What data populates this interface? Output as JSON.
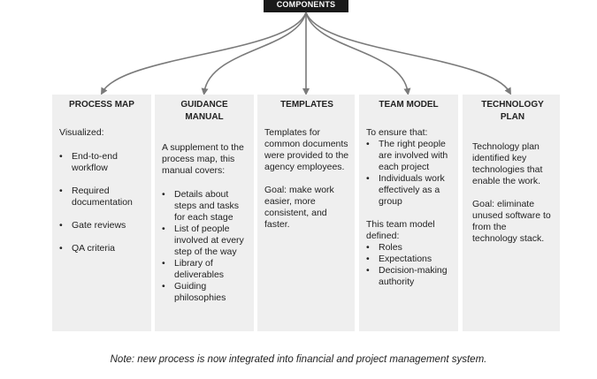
{
  "header": {
    "title": "COMPONENTS"
  },
  "columns": [
    {
      "title": "PROCESS MAP",
      "intro": "Visualized:",
      "bullets": [
        "End-to-end workflow",
        "Required documentation",
        "Gate reviews",
        "QA criteria"
      ]
    },
    {
      "title": "GUIDANCE MANUAL",
      "intro": "A supplement to the process map, this manual covers:",
      "bullets": [
        "Details about steps and tasks for each stage",
        "List of people involved at every step of the way",
        "Library of deliverables",
        "Guiding philosophies"
      ]
    },
    {
      "title": "TEMPLATES",
      "paragraph1": "Templates for common documents were provided to the agency employees.",
      "paragraph2": "Goal: make work easier, more consistent, and faster."
    },
    {
      "title": "TEAM MODEL",
      "intro": "To ensure that:",
      "bullets": [
        "The right people are involved with each project",
        "Individuals work effectively as a group"
      ],
      "intro2": "This team model defined:",
      "bullets2": [
        "Roles",
        "Expectations",
        "Decision-making authority"
      ]
    },
    {
      "title": "TECHNOLOGY PLAN",
      "paragraph1": "Technology plan identified key technologies that enable the work.",
      "paragraph2": "Goal: eliminate unused software to from the technology stack."
    }
  ],
  "note": "Note: new process is now integrated into financial and project management system.",
  "colors": {
    "header_bg": "#1a1a1a",
    "column_bg": "#efefef",
    "connector": "#7a7a7a"
  }
}
